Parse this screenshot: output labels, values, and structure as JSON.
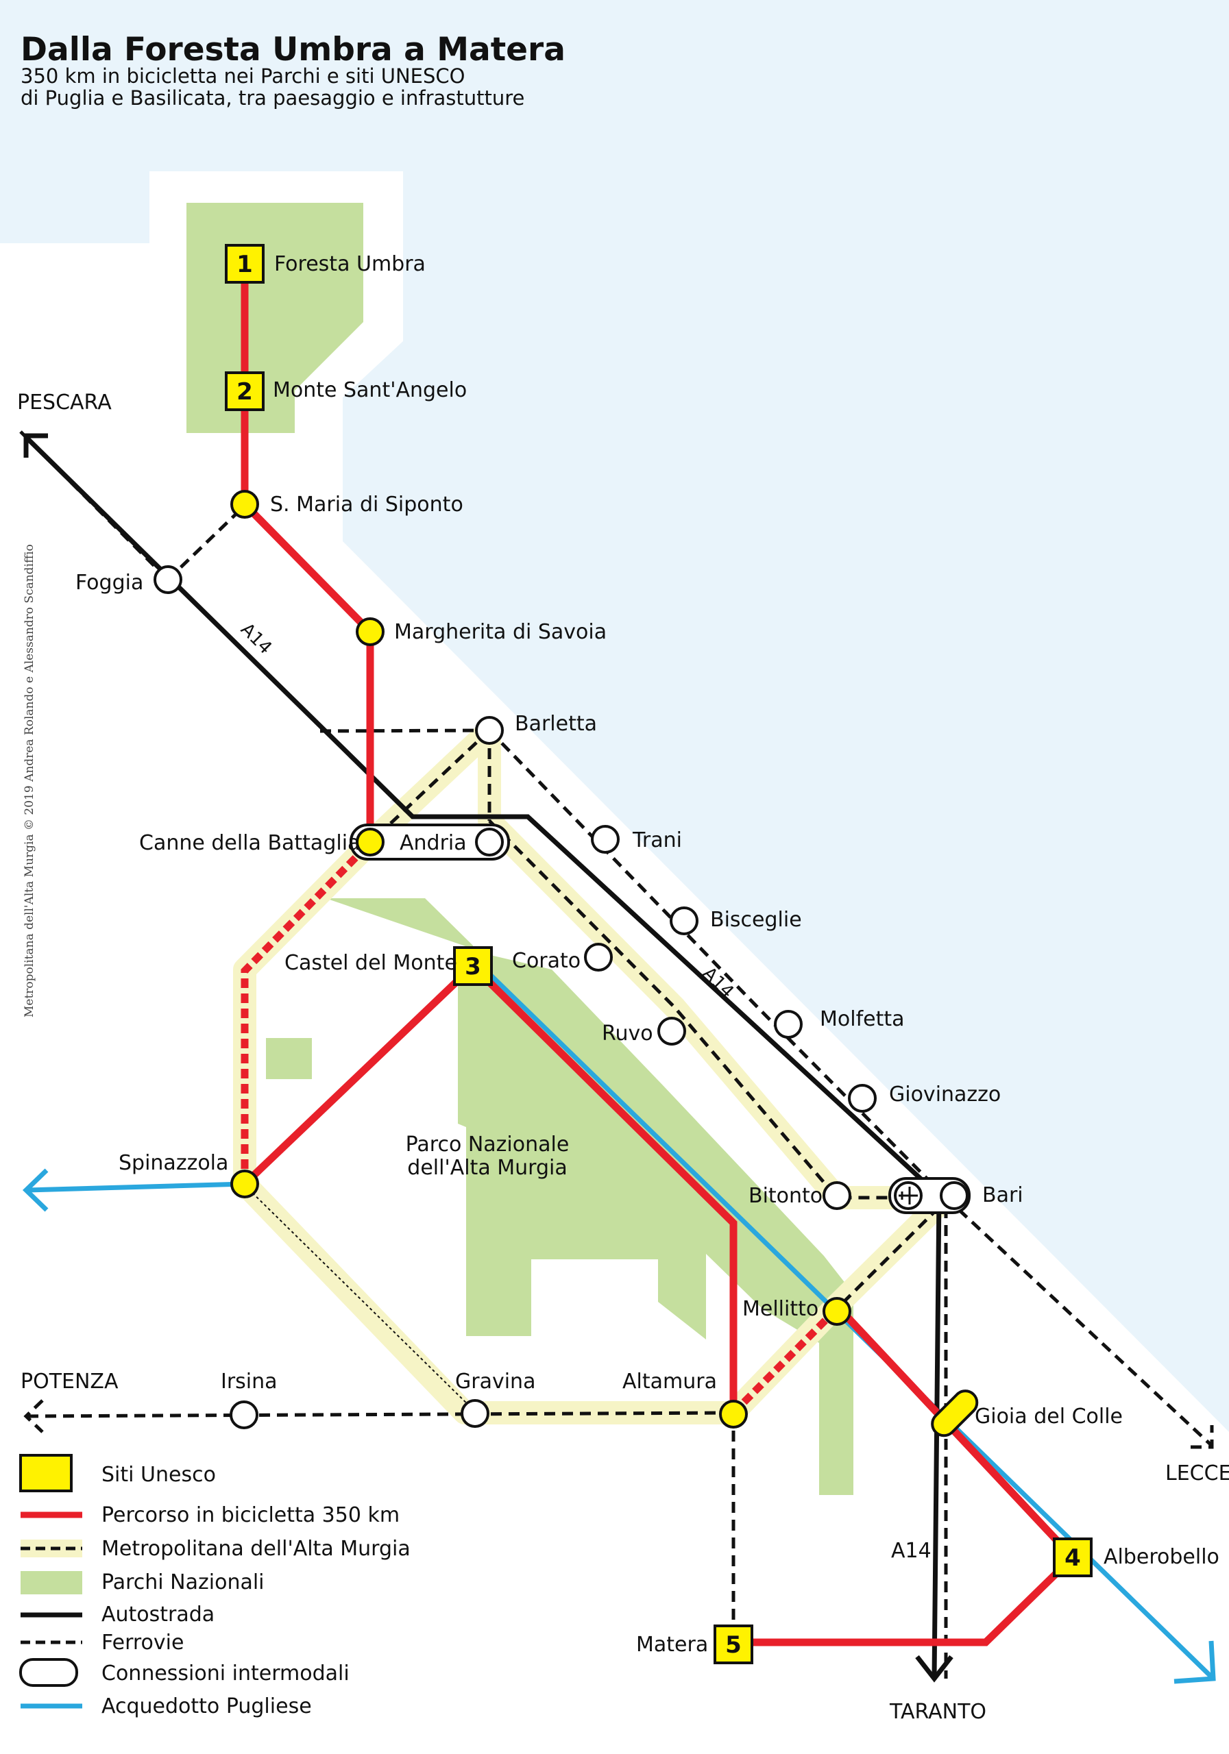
{
  "title": "Dalla Foresta Umbra a Matera",
  "subtitle_line1": "350 km in bicicletta  nei Parchi e siti UNESCO",
  "subtitle_line2": "di Puglia e Basilicata, tra paesaggio e infrastutture",
  "credit": "Metropolitana dell'Alta Murgia © 2019 Andrea Rolando e Alessandro Scandiffio",
  "colors": {
    "sea": "#e9f4fb",
    "park": "#c5df9e",
    "route": "#e8202a",
    "aqueduct": "#2aa7de",
    "metro_halo": "#f6f4c6",
    "station_yellow": "#fff200",
    "black": "#111111"
  },
  "unesco_sites": [
    {
      "num": "1",
      "name": "Foresta Umbra"
    },
    {
      "num": "2",
      "name": "Monte Sant'Angelo"
    },
    {
      "num": "3",
      "name": "Castel del Monte"
    },
    {
      "num": "4",
      "name": "Alberobello"
    },
    {
      "num": "5",
      "name": "Matera"
    }
  ],
  "stops": {
    "siponto": "S. Maria di Siponto",
    "foggia": "Foggia",
    "margherita": "Margherita di Savoia",
    "barletta": "Barletta",
    "canne": "Canne della Battaglia",
    "andria": "Andria",
    "trani": "Trani",
    "bisceglie": "Bisceglie",
    "corato": "Corato",
    "ruvo": "Ruvo",
    "molfetta": "Molfetta",
    "giovinazzo": "Giovinazzo",
    "spinazzola": "Spinazzola",
    "bitonto": "Bitonto",
    "bari": "Bari",
    "mellitto": "Mellitto",
    "irsina": "Irsina",
    "gravina": "Gravina",
    "altamura": "Altamura",
    "gioia": "Gioia del Colle"
  },
  "park_label_line1": "Parco Nazionale",
  "park_label_line2": "dell'Alta Murgia",
  "directions": {
    "pescara": "PESCARA",
    "potenza": "POTENZA",
    "lecce": "LECCE",
    "taranto": "TARANTO"
  },
  "highway_label": "A14",
  "legend": [
    {
      "key": "unesco",
      "label": "Siti Unesco"
    },
    {
      "key": "route",
      "label": "Percorso in bicicletta 350 km"
    },
    {
      "key": "metro",
      "label": "Metropolitana dell'Alta Murgia"
    },
    {
      "key": "parks",
      "label": "Parchi Nazionali"
    },
    {
      "key": "motorway",
      "label": "Autostrada"
    },
    {
      "key": "rail",
      "label": "Ferrovie"
    },
    {
      "key": "intermodal",
      "label": "Connessioni intermodali"
    },
    {
      "key": "aqueduct",
      "label": "Acquedotto Pugliese"
    }
  ]
}
